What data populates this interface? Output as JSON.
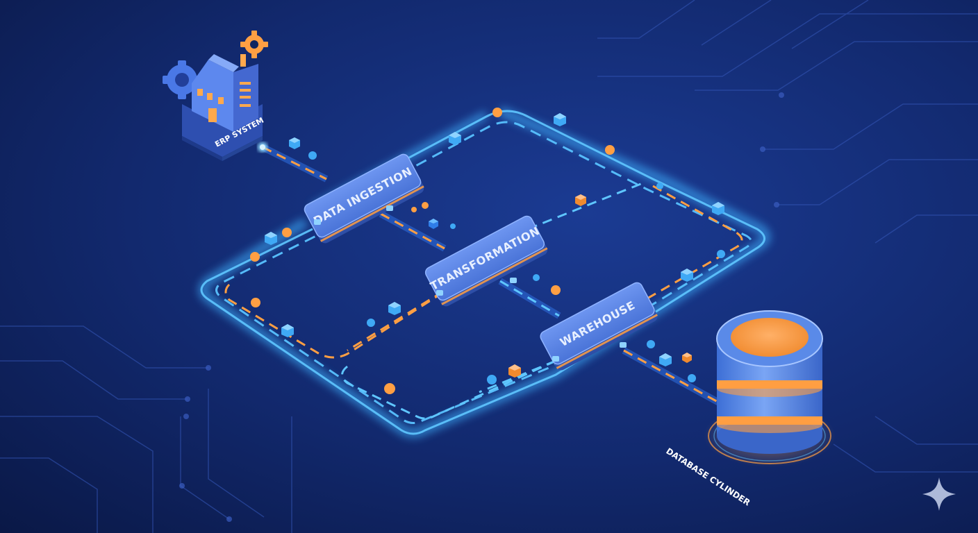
{
  "diagram": {
    "source": {
      "label": "ERP SYSTEM",
      "icon": "factory-gear-icon"
    },
    "stages": [
      {
        "label": "DATA INGESTION"
      },
      {
        "label": "TRANSFORMATION"
      },
      {
        "label": "WAREHOUSE"
      }
    ],
    "target": {
      "label": "DATABASE CYLINDER",
      "icon": "database-cylinder-icon"
    },
    "badge": {
      "icon": "sparkle-icon"
    }
  },
  "colors": {
    "background_top": "#0b1640",
    "background_bottom": "#1c3e9e",
    "node_fill": "#4f7be0",
    "track_blue": "#3fb2ff",
    "track_orange": "#ff9f43",
    "circuit_line": "#3557b8"
  }
}
